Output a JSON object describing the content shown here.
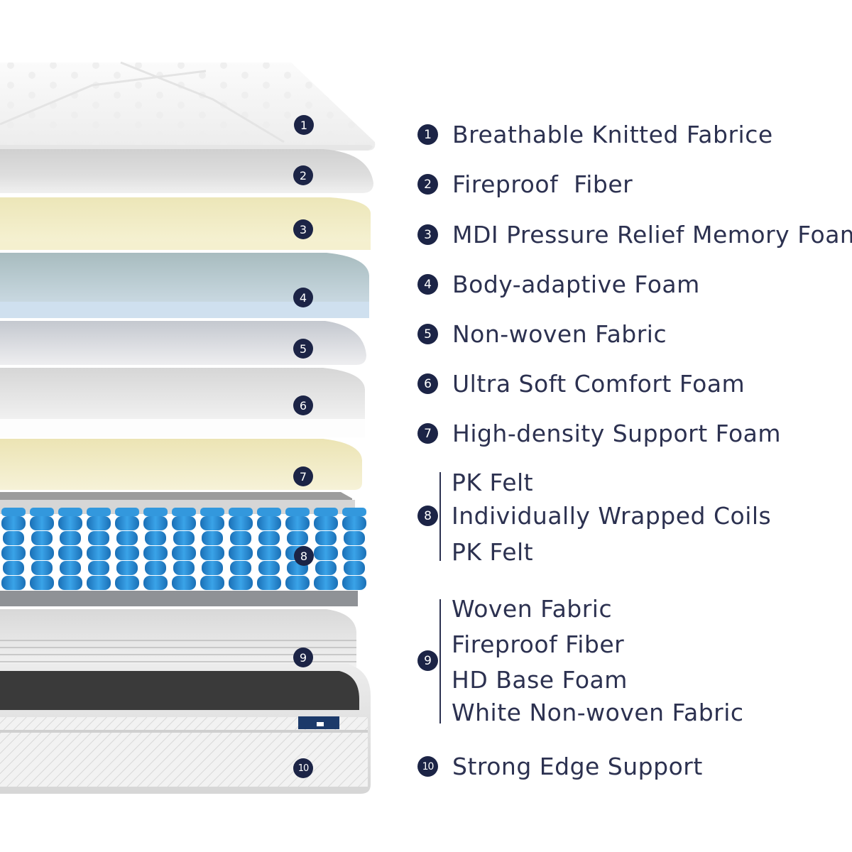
{
  "legend": [
    {
      "number": "1",
      "label": "Breathable Knitted Fabrice"
    },
    {
      "number": "2",
      "label": "Fireproof  Fiber"
    },
    {
      "number": "3",
      "label": "MDI Pressure Relief Memory Foam"
    },
    {
      "number": "4",
      "label": "Body-adaptive Foam"
    },
    {
      "number": "5",
      "label": "Non-woven Fabric"
    },
    {
      "number": "6",
      "label": "Ultra Soft Comfort Foam"
    },
    {
      "number": "7",
      "label": "High-density Support Foam"
    },
    {
      "number": "8",
      "lines": [
        "PK Felt",
        "Individually Wrapped Coils",
        "PK Felt"
      ]
    },
    {
      "number": "9",
      "lines": [
        "Woven Fabric",
        "Fireproof Fiber",
        "HD Base Foam",
        "White Non-woven Fabric"
      ]
    },
    {
      "number": "10",
      "label": "Strong Edge Support"
    }
  ],
  "layer_badges": [
    "1",
    "2",
    "3",
    "4",
    "5",
    "6",
    "7",
    "8",
    "9",
    "10"
  ],
  "colors": {
    "badge": "#1c2446",
    "text": "#2c3150",
    "memory_foam": "#f2ecc6",
    "adaptive_foam": "#cfdde8",
    "coil": "#2a8fd6",
    "grey_layer": "#dcdcdc"
  }
}
